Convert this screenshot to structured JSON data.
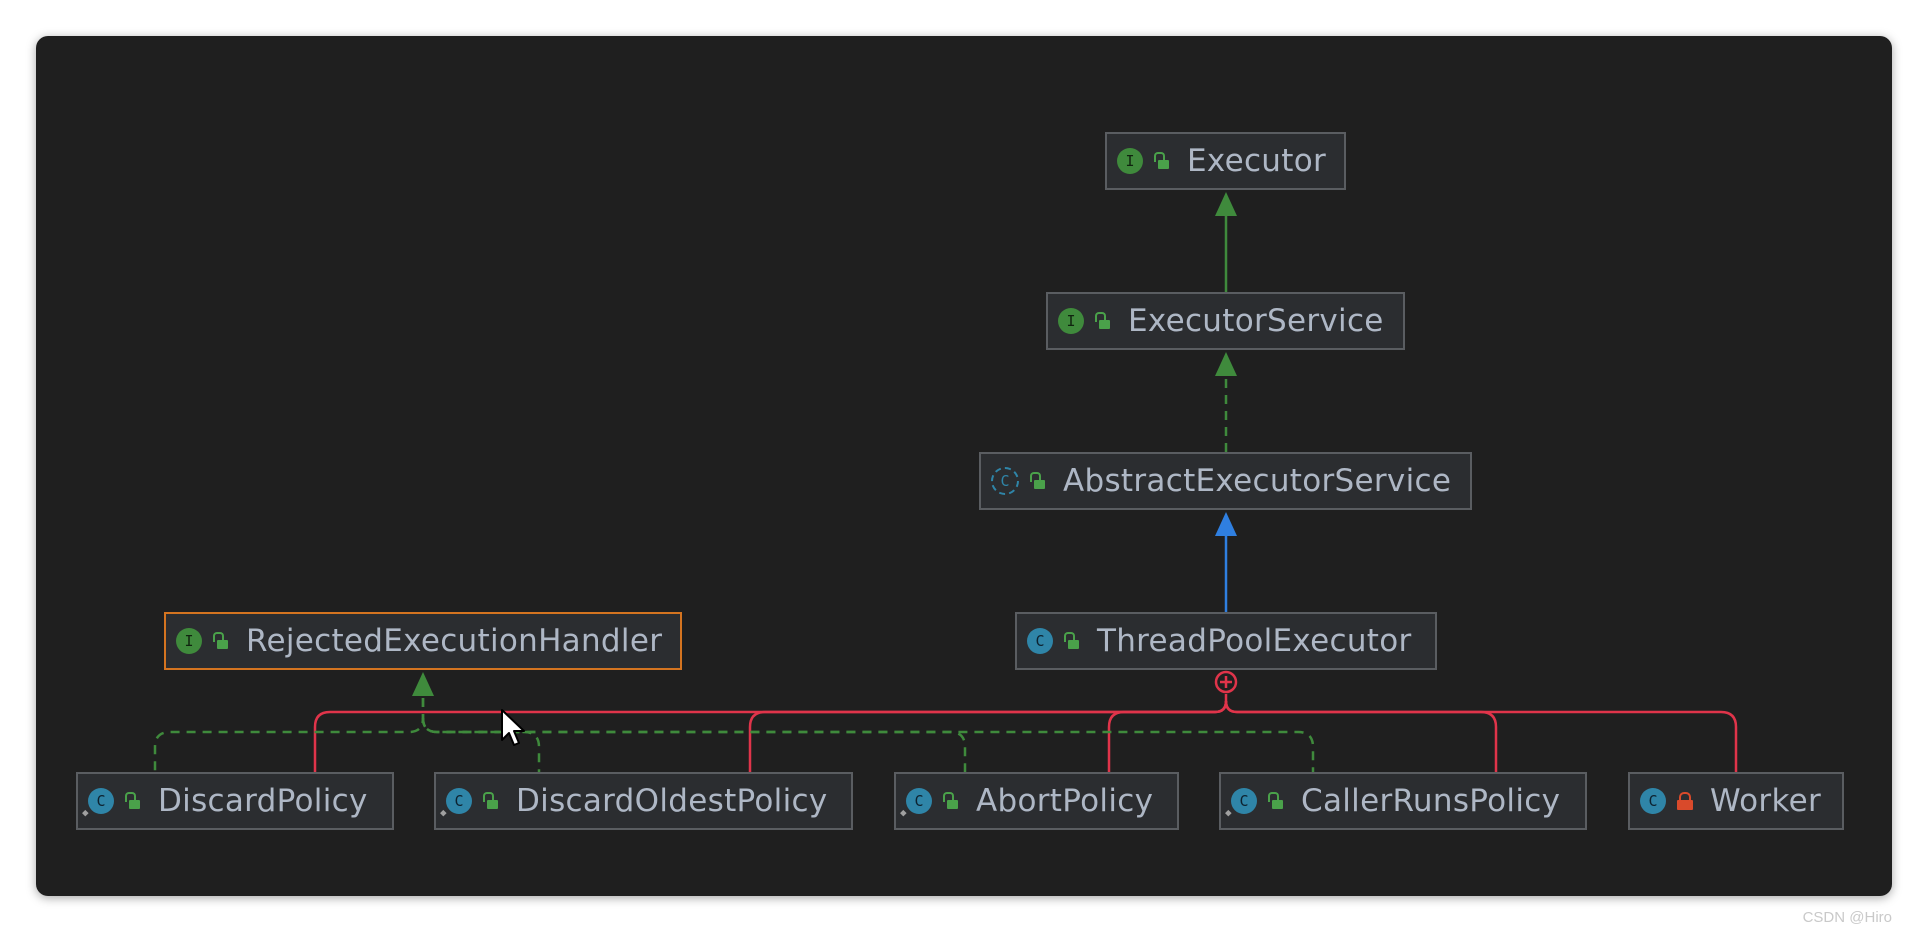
{
  "nodes": {
    "executor": {
      "name": "Executor",
      "kind": "interface",
      "badge": "I",
      "visibility": "public"
    },
    "executor_service": {
      "name": "ExecutorService",
      "kind": "interface",
      "badge": "I",
      "visibility": "public"
    },
    "abstract_executor_service": {
      "name": "AbstractExecutorService",
      "kind": "abstract-class",
      "badge": "C",
      "visibility": "public"
    },
    "thread_pool_executor": {
      "name": "ThreadPoolExecutor",
      "kind": "class",
      "badge": "C",
      "visibility": "public"
    },
    "rejected_execution_handler": {
      "name": "RejectedExecutionHandler",
      "kind": "interface",
      "badge": "I",
      "visibility": "public",
      "selected": true
    },
    "discard_policy": {
      "name": "DiscardPolicy",
      "kind": "static-class",
      "badge": "C",
      "visibility": "public"
    },
    "discard_oldest_policy": {
      "name": "DiscardOldestPolicy",
      "kind": "static-class",
      "badge": "C",
      "visibility": "public"
    },
    "abort_policy": {
      "name": "AbortPolicy",
      "kind": "static-class",
      "badge": "C",
      "visibility": "public"
    },
    "caller_runs_policy": {
      "name": "CallerRunsPolicy",
      "kind": "static-class",
      "badge": "C",
      "visibility": "public"
    },
    "worker": {
      "name": "Worker",
      "kind": "class",
      "badge": "C",
      "visibility": "private"
    }
  },
  "relations": [
    {
      "from": "executor_service",
      "to": "executor",
      "type": "extends"
    },
    {
      "from": "abstract_executor_service",
      "to": "executor_service",
      "type": "implements"
    },
    {
      "from": "thread_pool_executor",
      "to": "abstract_executor_service",
      "type": "extends"
    },
    {
      "from": "discard_policy",
      "to": "rejected_execution_handler",
      "type": "implements"
    },
    {
      "from": "discard_oldest_policy",
      "to": "rejected_execution_handler",
      "type": "implements"
    },
    {
      "from": "abort_policy",
      "to": "rejected_execution_handler",
      "type": "implements"
    },
    {
      "from": "caller_runs_policy",
      "to": "rejected_execution_handler",
      "type": "implements"
    },
    {
      "from": "discard_policy",
      "to": "thread_pool_executor",
      "type": "inner"
    },
    {
      "from": "discard_oldest_policy",
      "to": "thread_pool_executor",
      "type": "inner"
    },
    {
      "from": "abort_policy",
      "to": "thread_pool_executor",
      "type": "inner"
    },
    {
      "from": "caller_runs_policy",
      "to": "thread_pool_executor",
      "type": "inner"
    },
    {
      "from": "worker",
      "to": "thread_pool_executor",
      "type": "inner"
    }
  ],
  "colors": {
    "extends_interface": "#3f8a3c",
    "implements": "#3f8a3c",
    "extends_class": "#2f7fe0",
    "inner": "#e0344a",
    "selection": "#d47420"
  },
  "watermark": "CSDN @Hiro"
}
